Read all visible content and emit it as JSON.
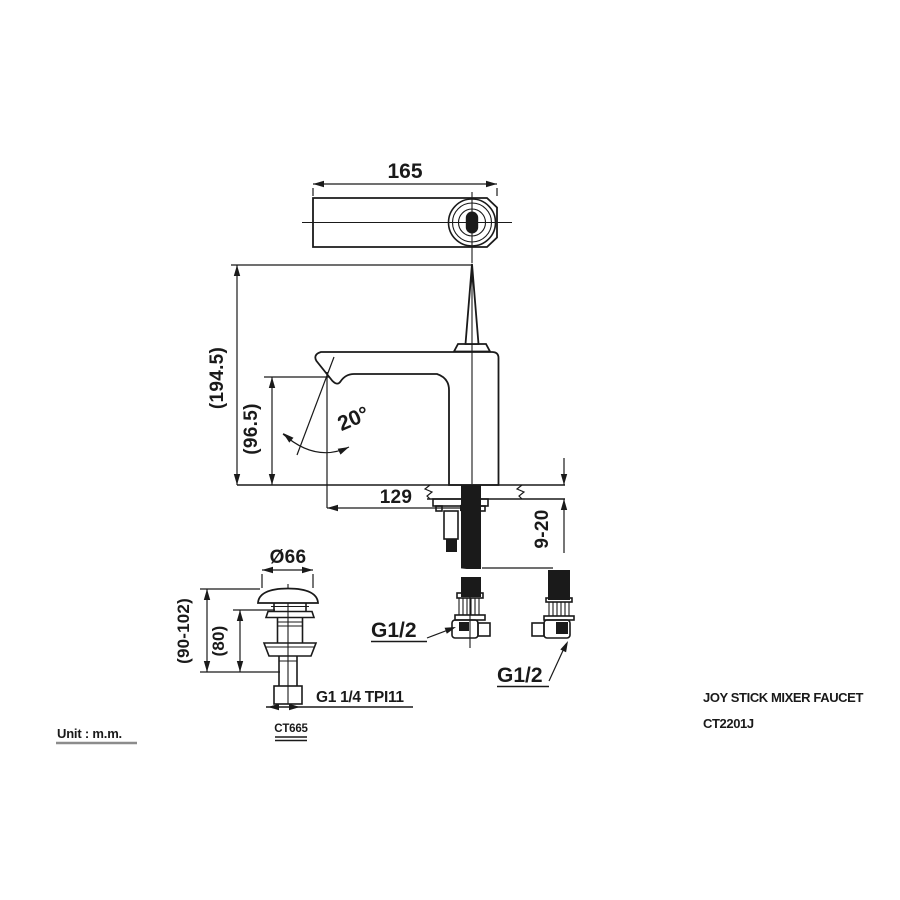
{
  "document": {
    "unit_note": "Unit : m.m.",
    "product_name": "JOY STICK MIXER FAUCET",
    "product_code": "CT2201J"
  },
  "faucet": {
    "top_view": {
      "length": "165"
    },
    "side_view": {
      "overall_height": "(194.5)",
      "spout_height": "(96.5)",
      "spout_angle": "20°",
      "spout_reach": "129",
      "deck_thickness_range": "9-20"
    },
    "supply": {
      "left_thread": "G1/2",
      "right_thread": "G1/2"
    }
  },
  "drain": {
    "cap_diameter": "Ø66",
    "install_height_range": "(90-102)",
    "body_height": "(80)",
    "thread_spec": "G1 1/4 TPI11",
    "model": "CT665"
  },
  "colors": {
    "ink": "#1a1a1a",
    "background": "#ffffff",
    "unit_underline": "#8c8c8c"
  }
}
